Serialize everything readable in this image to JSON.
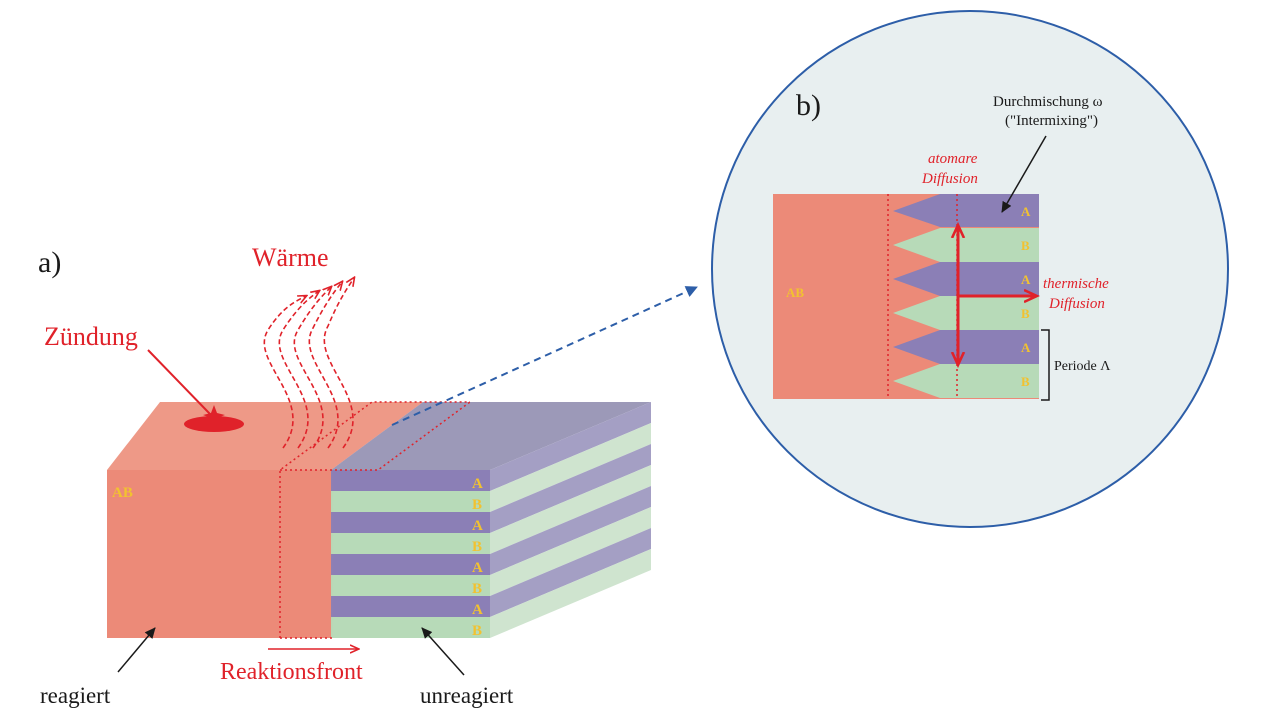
{
  "panel_a": {
    "label": "a)",
    "heat_label": "Wärme",
    "ignition_label": "Zündung",
    "reacted_label": "reagiert",
    "unreacted_label": "unreagiert",
    "front_label": "Reaktionsfront",
    "ab_label": "AB",
    "layer_labels": [
      "A",
      "B",
      "A",
      "B",
      "A",
      "B",
      "A",
      "B"
    ]
  },
  "panel_b": {
    "label": "b)",
    "intermixing_line1": "Durchmischung ω",
    "intermixing_line2": "(\"Intermixing\")",
    "atomic_line1": "atomare",
    "atomic_line2": "Diffusion",
    "thermal_line1": "thermische",
    "thermal_line2": "Diffusion",
    "period_label": "Periode Λ",
    "ab_label": "AB",
    "layer_labels": [
      "A",
      "B",
      "A",
      "B",
      "A",
      "B"
    ]
  },
  "colors": {
    "reacted": "#ec8a78",
    "layer_a": "#8b7fb6",
    "layer_b": "#b7dab8",
    "accent_red": "#e0222a",
    "text_yellow": "#f2c230",
    "circle_bg": "#e8eff0",
    "circle_border": "#2d5ea8"
  }
}
